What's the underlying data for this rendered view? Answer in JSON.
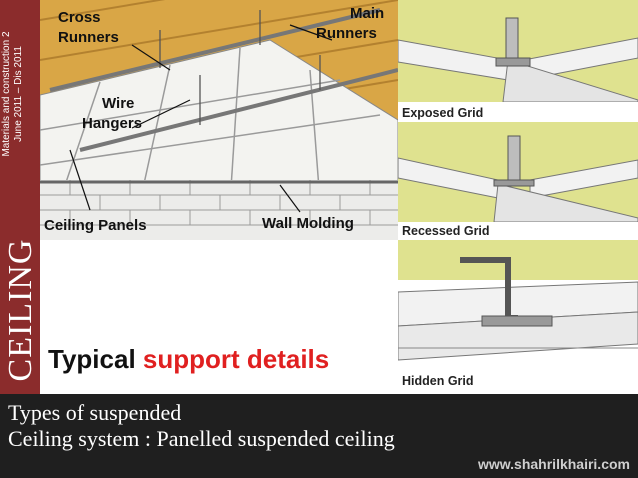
{
  "sidebar": {
    "course_line1": "Materials and construction 2",
    "course_line2": "June 2011 – Dis 2011",
    "title": "CEILING"
  },
  "illustration": {
    "labels": {
      "cross_runners_1": "Cross",
      "cross_runners_2": "Runners",
      "main_runners_1": "Main",
      "main_runners_2": "Runners",
      "wire_hangers_1": "Wire",
      "wire_hangers_2": "Hangers",
      "ceiling_panels": "Ceiling Panels",
      "wall_molding": "Wall Molding"
    }
  },
  "grid_details": [
    {
      "label": "Exposed Grid"
    },
    {
      "label": "Recessed Grid"
    },
    {
      "label": "Hidden Grid"
    }
  ],
  "heading": {
    "part1": "Typical ",
    "part2": "support details"
  },
  "caption": {
    "line1": "Types of suspended",
    "line2": "Ceiling system : Panelled suspended ceiling",
    "website": "www.shahrilkhairi.com"
  },
  "colors": {
    "sidebar": "#8b2c2c",
    "accent": "#e02020",
    "bottom_bar": "#1f1f1f",
    "wood": "#d9a646",
    "grid_background": "#dfe28f"
  }
}
